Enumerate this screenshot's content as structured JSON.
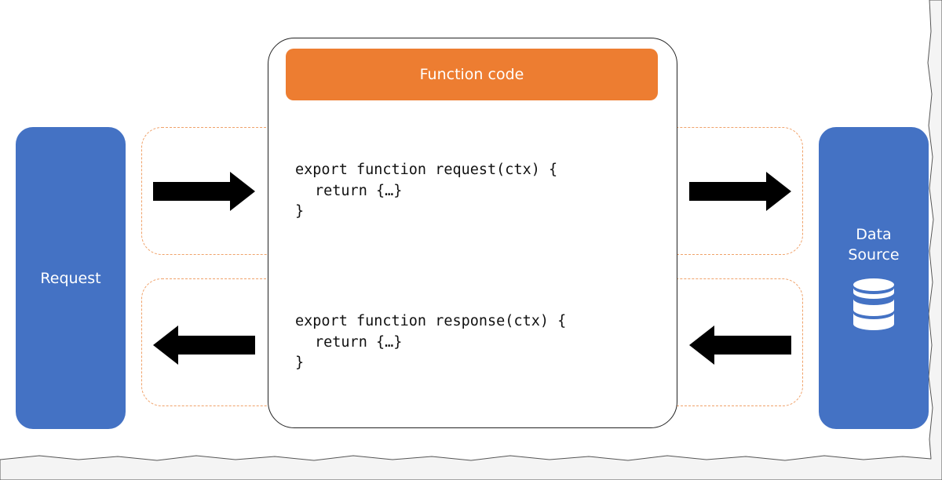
{
  "request": {
    "label": "Request"
  },
  "function": {
    "header": "Function code",
    "request_code": {
      "line1": "export function request(ctx) {",
      "line2": "return {…}",
      "line3": "}"
    },
    "response_code": {
      "line1": "export function response(ctx) {",
      "line2": "return {…}",
      "line3": "}"
    }
  },
  "data_source": {
    "label_line1": "Data",
    "label_line2": "Source",
    "icon": "database-icon"
  },
  "arrows": {
    "request_in": "right",
    "request_out": "right",
    "response_in": "left",
    "response_out": "left"
  },
  "colors": {
    "blue": "#4472c4",
    "orange": "#ed7d31",
    "dashed_border": "#f0a26a",
    "arrow": "#000000"
  }
}
